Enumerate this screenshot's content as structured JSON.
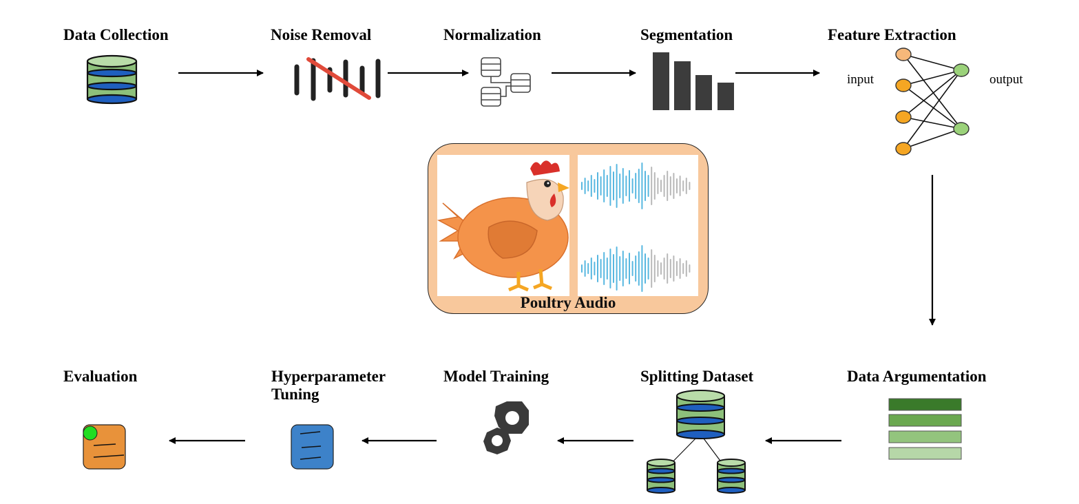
{
  "steps": {
    "data_collection": "Data Collection",
    "noise_removal": "Noise Removal",
    "normalization": "Normalization",
    "segmentation": "Segmentation",
    "feature_extraction": "Feature Extraction",
    "data_argumentation": "Data Argumentation",
    "splitting_dataset": "Splitting Dataset",
    "model_training": "Model Training",
    "hyperparameter_tuning": "Hyperparameter Tuning",
    "evaluation": "Evaluation"
  },
  "feature_extraction": {
    "input_label": "input",
    "output_label": "output"
  },
  "center": {
    "caption": "Poultry Audio"
  },
  "colors": {
    "db_green": "#8dc07b",
    "db_blue": "#1f5fbf",
    "bar_dark": "#3c3c3c",
    "node_orange": "#f5a623",
    "node_green": "#9bd27a",
    "panel_orange": "#f8c89c",
    "chicken_orange": "#f4934a",
    "wave_blue": "#57b7e0",
    "wave_gray": "#b8b8b8",
    "eval_orange": "#e8923a",
    "tuning_blue": "#3d82c9"
  },
  "icons": {
    "data_collection": "database-icon",
    "noise_removal": "noise-off-icon",
    "normalization": "database-network-icon",
    "segmentation": "descending-bars-icon",
    "feature_extraction": "neural-network-icon",
    "data_argumentation": "stacked-layers-icon",
    "splitting_dataset": "database-split-icon",
    "model_training": "gears-icon",
    "hyperparameter_tuning": "tuning-card-icon",
    "evaluation": "evaluation-card-icon"
  }
}
